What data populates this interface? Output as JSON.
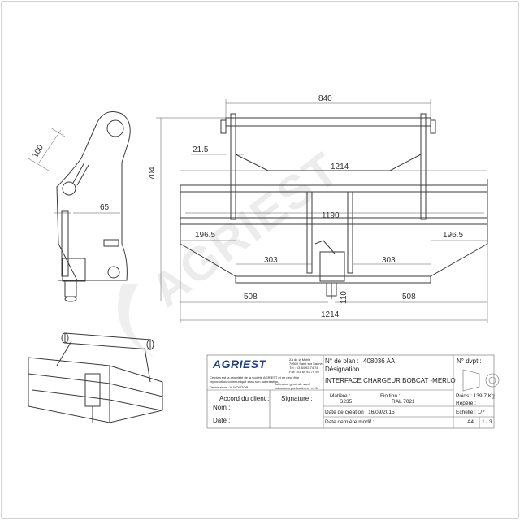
{
  "dimensions": {
    "overall_width_top": "840",
    "inner_width": "1214",
    "overall_width_bottom": "1214",
    "middle_width": "1190",
    "left_offset_top": "21.5",
    "side_left": "196.5",
    "side_right": "196.5",
    "center_left": "303",
    "center_right": "303",
    "bottom_left": "508",
    "bottom_right": "508",
    "pin_height": "110",
    "total_height": "704",
    "side_angle_length": "100",
    "side_offset": "65"
  },
  "watermark": "AGRIEST",
  "title_block": {
    "company_logo": "AGRIEST",
    "company_address": [
      "ZA de la Motte",
      "70500 Saint sur Saône",
      "Tél : 03 84 92 74 74",
      "Fax : 03 84 92 75 59"
    ],
    "ownership_note": [
      "Ce plan est la propriété de la société AGRIEST et ne peut être",
      "reproduit ou communiqué sans son autorisation."
    ],
    "designer": "Dessinateur : V. MOLITOR",
    "tolerance_note": [
      "Tolérance générale sauf",
      "indications particulières : ±1.5"
    ],
    "client_agreement_label": "Accord du client :",
    "name_label": "Nom :",
    "date_label": "Date :",
    "signature_label": "Signature :",
    "plan_number_label": "N° de plan :",
    "plan_number": "408036 AA",
    "designation_label": "Désignation :",
    "designation": "INTERFACE CHARGEUR BOBCAT -MERLO",
    "devis_label": "N° dvpt :",
    "material_label": "Matière :",
    "material": "S235",
    "finish_label": "Finition :",
    "finish": "RAL 7021",
    "weight": "Poids : 139,7 Kg",
    "mark_label": "Repère :",
    "creation_date": "Date de création : 16/09/2015",
    "scale": "Echelle : 1/7",
    "last_modified_label": "Date dernière modif :",
    "format": "A4",
    "sheet": "1 / 3"
  }
}
